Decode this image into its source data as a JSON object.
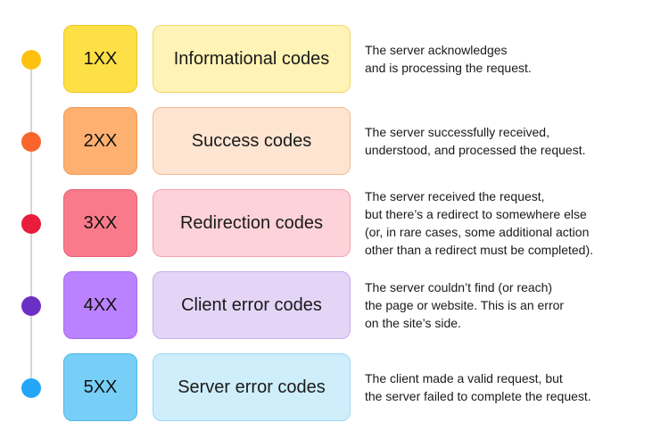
{
  "colors": {
    "timeline": "#d6d6d6",
    "row_1xx": {
      "dot": "#fec110",
      "code_fill": "#fde046",
      "code_border": "#f0c420",
      "name_fill": "#fff3b5",
      "name_border": "#f5d76e"
    },
    "row_2xx": {
      "dot": "#f9652d",
      "code_fill": "#fdb070",
      "code_border": "#f49a55",
      "name_fill": "#fde5d2",
      "name_border": "#f5b995"
    },
    "row_3xx": {
      "dot": "#e81d3c",
      "code_fill": "#f97b8b",
      "code_border": "#ea5e72",
      "name_fill": "#fdd2d8",
      "name_border": "#f3a3ae"
    },
    "row_4xx": {
      "dot": "#6b2fc4",
      "code_fill": "#bb82ff",
      "code_border": "#a66bf0",
      "name_fill": "#e4d5f7",
      "name_border": "#c7aee9"
    },
    "row_5xx": {
      "dot": "#23a6f7",
      "code_fill": "#77cff7",
      "code_border": "#50b7ea",
      "name_fill": "#cfeefc",
      "name_border": "#9ed7f3"
    }
  },
  "rows": [
    {
      "code": "1XX",
      "name": "Informational codes",
      "description": "The server acknowledges\nand is processing the request."
    },
    {
      "code": "2XX",
      "name": "Success codes",
      "description": "The server successfully received,\nunderstood, and processed the request."
    },
    {
      "code": "3XX",
      "name": "Redirection codes",
      "description": "The server received the request,\nbut there’s a redirect to somewhere else\n(or, in rare cases, some additional action\nother than a redirect must be completed)."
    },
    {
      "code": "4XX",
      "name": "Client error codes",
      "description": "The server couldn’t find (or reach)\nthe page or website. This is an error\non the site’s side."
    },
    {
      "code": "5XX",
      "name": "Server error codes",
      "description": "The client made a valid request, but\nthe server failed to complete the request."
    }
  ]
}
